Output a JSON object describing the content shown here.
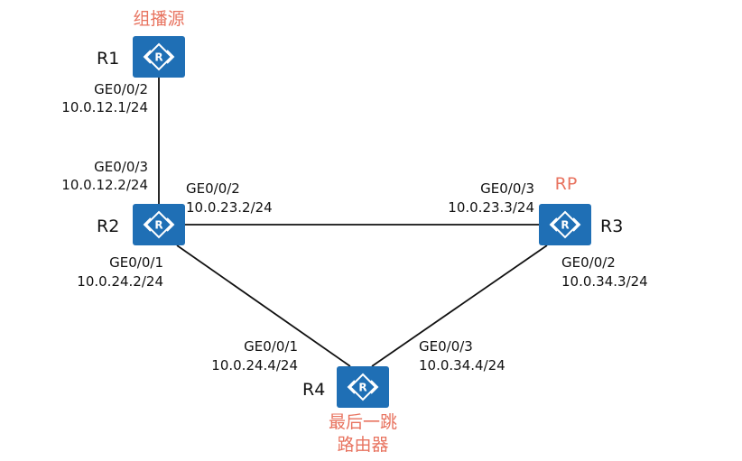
{
  "routers": {
    "r1": {
      "name": "R1",
      "role": "组播源"
    },
    "r2": {
      "name": "R2"
    },
    "r3": {
      "name": "R3",
      "role": "RP"
    },
    "r4": {
      "name": "R4",
      "role_line1": "最后一跳",
      "role_line2": "路由器"
    }
  },
  "router_icon_letter": "R",
  "router_icon": "router-icon",
  "colors": {
    "router": "#1f6fb5",
    "role_text": "#e8735f",
    "link": "#111111"
  },
  "links": {
    "r1_r2": {
      "r1_port": "GE0/0/2",
      "r1_ip": "10.0.12.1/24",
      "r2_port": "GE0/0/3",
      "r2_ip": "10.0.12.2/24"
    },
    "r2_r3": {
      "r2_port": "GE0/0/2",
      "r2_ip": "10.0.23.2/24",
      "r3_port": "GE0/0/3",
      "r3_ip": "10.0.23.3/24"
    },
    "r2_r4": {
      "r2_port": "GE0/0/1",
      "r2_ip": "10.0.24.2/24",
      "r4_port": "GE0/0/1",
      "r4_ip": "10.0.24.4/24"
    },
    "r3_r4": {
      "r3_port": "GE0/0/2",
      "r3_ip": "10.0.34.3/24",
      "r4_port": "GE0/0/3",
      "r4_ip": "10.0.34.4/24"
    }
  }
}
